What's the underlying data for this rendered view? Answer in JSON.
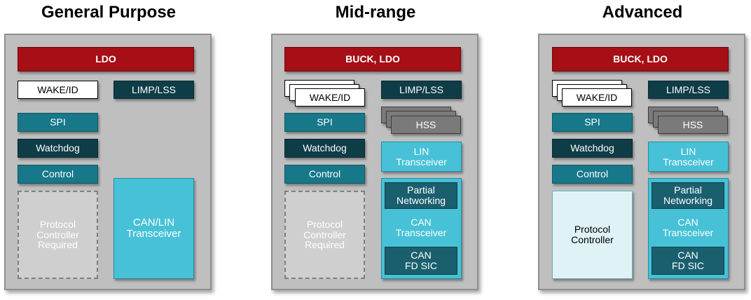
{
  "columns": [
    {
      "title": "General Purpose",
      "ldo": "LDO",
      "wake": "WAKE/ID",
      "limp": "LIMP/LSS",
      "spi": "SPI",
      "watchdog": "Watchdog",
      "control": "Control",
      "protocol": "Protocol Controller Required",
      "transceiver": "CAN/LIN Transceiver"
    },
    {
      "title": "Mid-range",
      "ldo": "BUCK, LDO",
      "wake": "WAKE/ID",
      "limp": "LIMP/LSS",
      "hss": "HSS",
      "spi": "SPI",
      "watchdog": "Watchdog",
      "control": "Control",
      "lin": "LIN Transceiver",
      "protocol": "Protocol Controller Required",
      "partial": "Partial Networking",
      "can": "CAN Transceiver",
      "canfd": "CAN FD SIC"
    },
    {
      "title": "Advanced",
      "ldo": "BUCK, LDO",
      "wake": "WAKE/ID",
      "limp": "LIMP/LSS",
      "hss": "HSS",
      "spi": "SPI",
      "watchdog": "Watchdog",
      "control": "Control",
      "lin": "LIN Transceiver",
      "protocol": "Protocol Controller",
      "partial": "Partial Networking",
      "can": "CAN Transceiver",
      "canfd": "CAN FD SIC"
    }
  ]
}
